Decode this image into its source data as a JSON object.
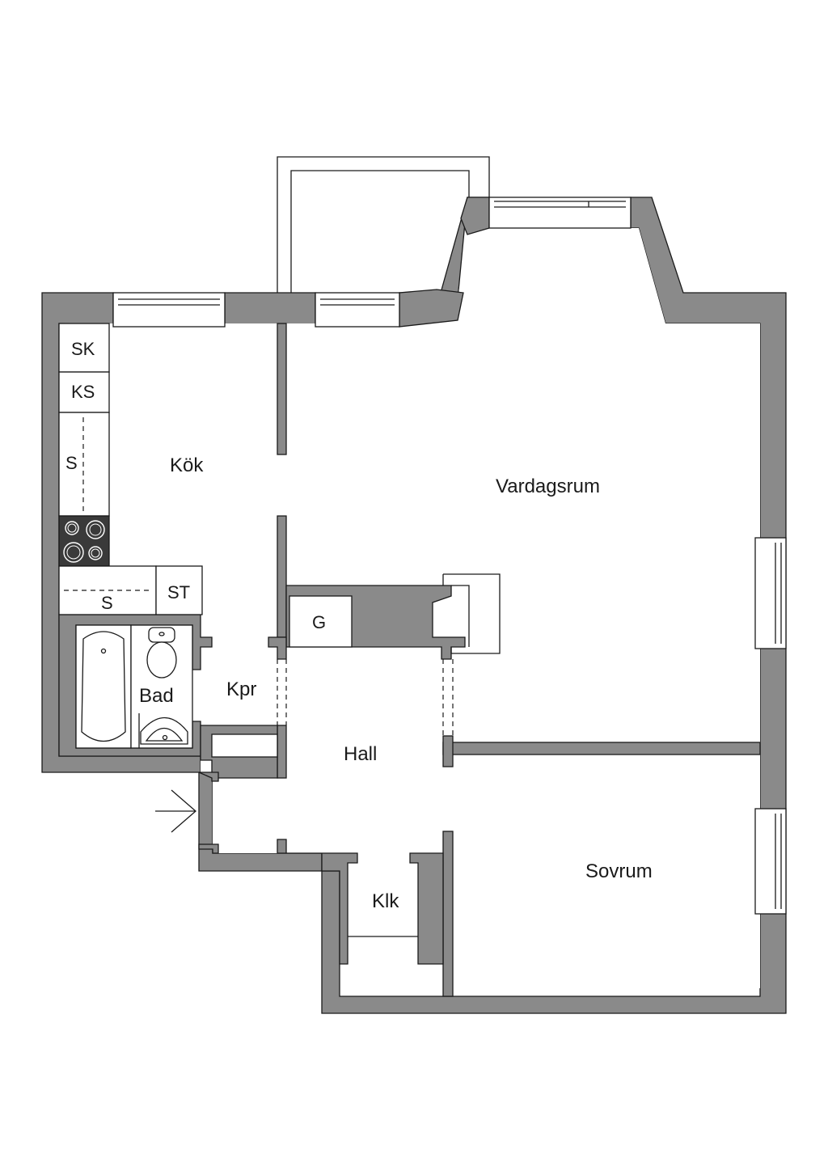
{
  "rooms": {
    "kitchen": "Kök",
    "living": "Vardagsrum",
    "hall": "Hall",
    "bedroom": "Sovrum",
    "bathroom": "Bad",
    "closet": "Kpr",
    "walk_in": "Klk"
  },
  "fixtures": {
    "sk": "SK",
    "ks": "KS",
    "s_vertical": "S",
    "s_horizontal": "S",
    "st": "ST",
    "g": "G"
  },
  "colors": {
    "wall": "#8a8a8a",
    "outline": "#1a1a1a",
    "floor": "#ffffff"
  }
}
